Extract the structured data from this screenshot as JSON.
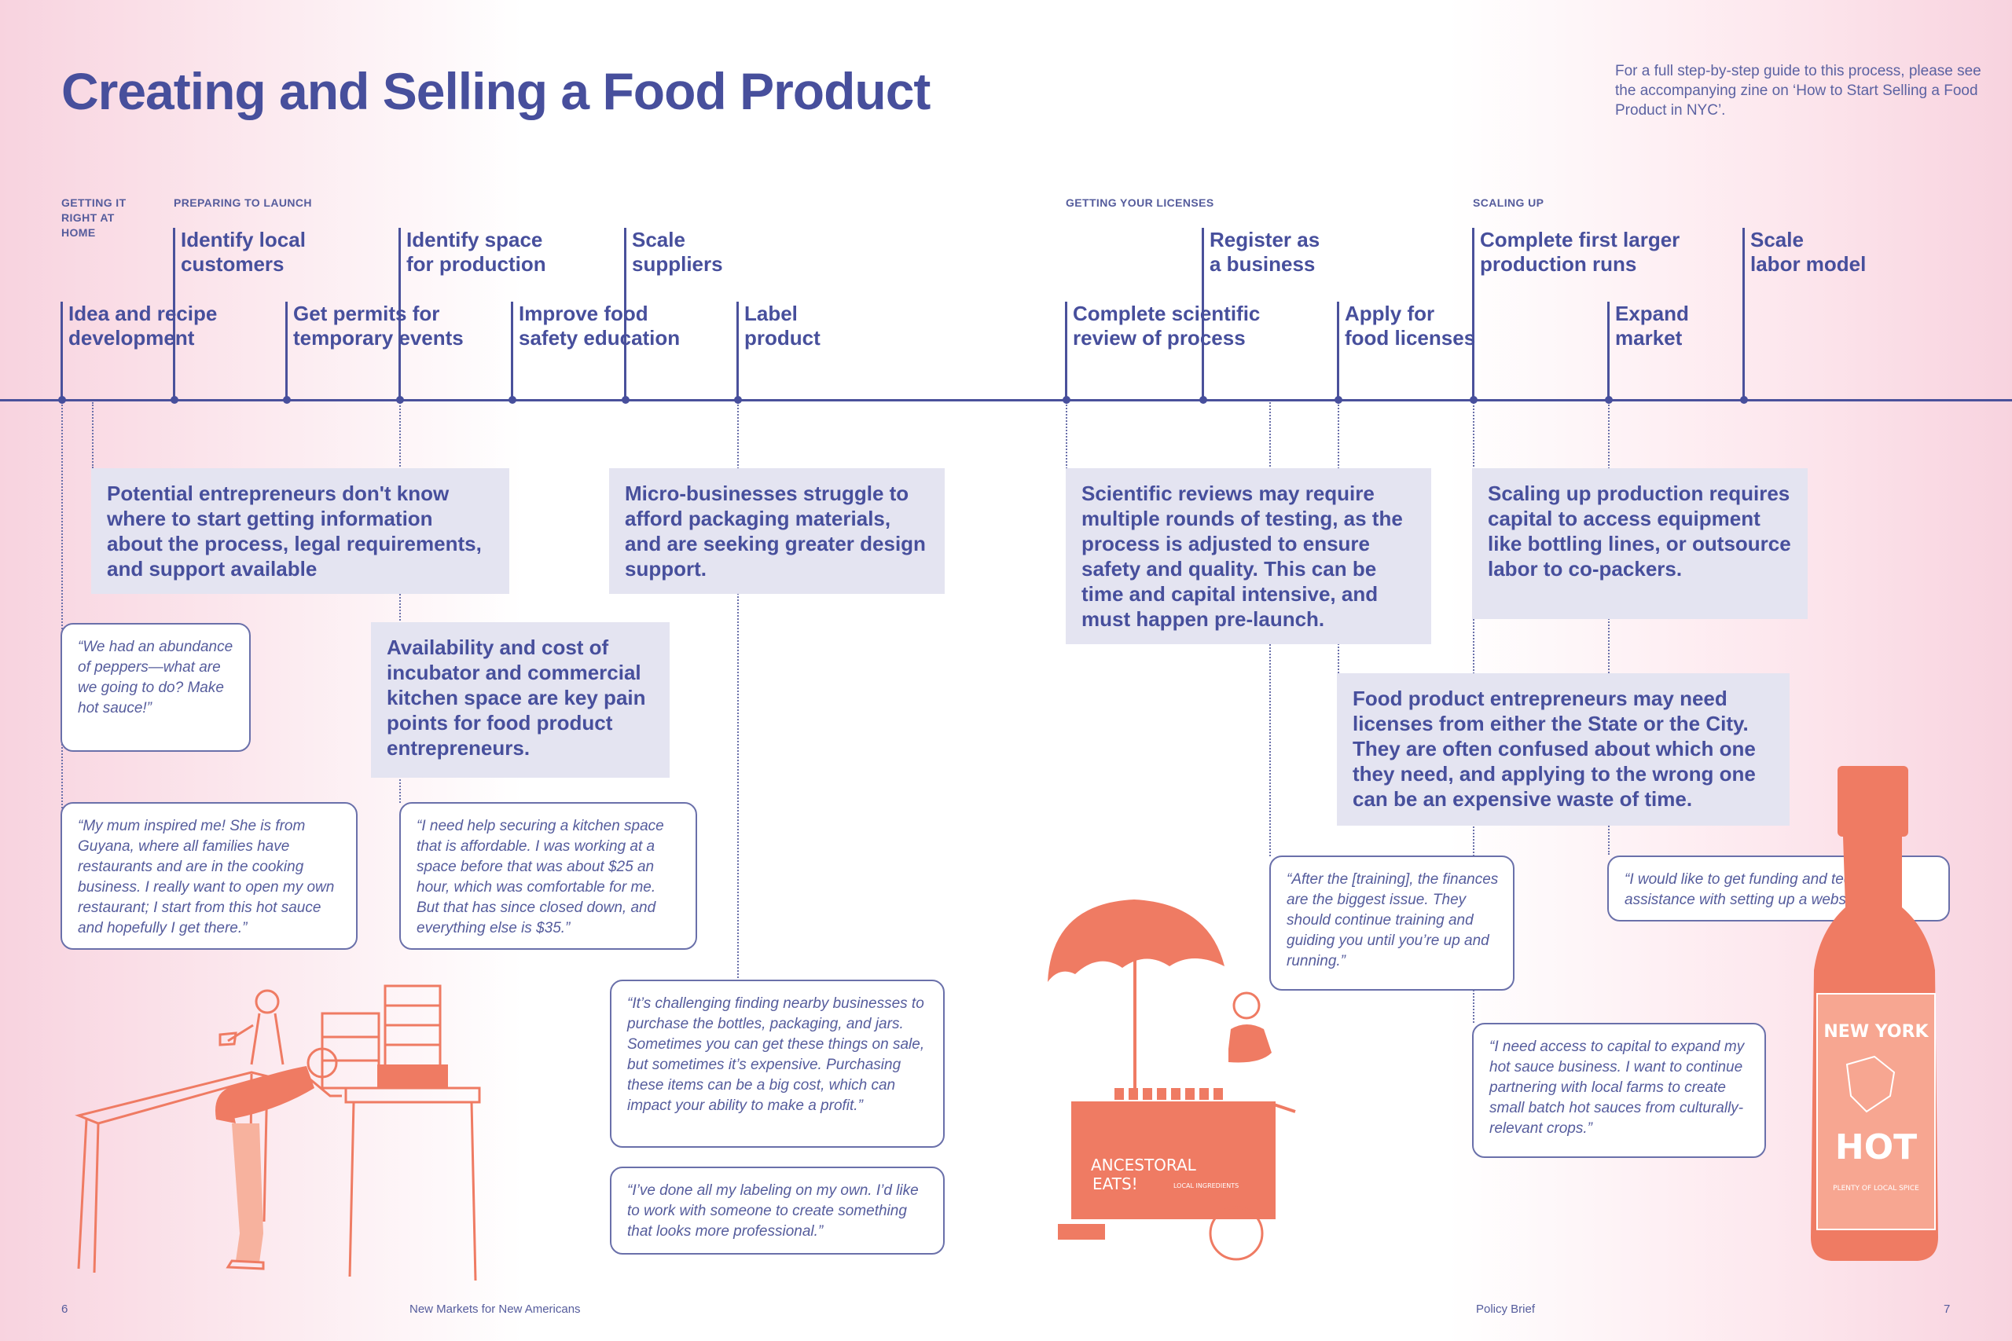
{
  "header": {
    "title": "Creating and Selling a Food Product",
    "guide_note": "For a full step-by-step guide to this process, please see the accompanying zine on ‘How to Start Selling a Food Product in NYC’."
  },
  "phases": {
    "home": "GETTING IT RIGHT AT HOME",
    "launch": "PREPARING TO LAUNCH",
    "licenses": "GETTING YOUR LICENSES",
    "scaling": "SCALING UP"
  },
  "steps": {
    "idea": "Idea and recipe development",
    "customers": "Identify local customers",
    "permits": "Get permits for temporary events",
    "space": "Identify space for production",
    "safety": "Improve food safety education",
    "suppliers": "Scale suppliers",
    "label": "Label product",
    "review": "Complete scientific review of process",
    "register": "Register as a business",
    "licenses": "Apply for food licenses",
    "runs": "Complete first larger production runs",
    "expand": "Expand market",
    "labor": "Scale labor model"
  },
  "pain_points": {
    "info": "Potential entrepreneurs don't know where to start getting information about the process, legal requirements, and support available",
    "kitchen": "Availability and cost of incubator and commercial kitchen space are key pain points for food product entrepreneurs.",
    "packaging": "Micro-businesses struggle to afford packaging materials, and are seeking greater design support.",
    "review": "Scientific reviews may require multiple rounds of testing, as the process is adjusted to ensure safety and quality. This can be time and capital intensive, and must happen pre-launch.",
    "scaling": "Scaling up production requires capital to access equipment like bottling lines, or outsource labor to co-packers.",
    "licenses": "Food product entrepreneurs may need licenses from either the State or the City. They are often confused about which one they need, and applying to the wrong one can be an expensive waste of time."
  },
  "quotes": {
    "peppers": "“We had an abundance of peppers—what are we going to do? Make hot sauce!”",
    "mum": "“My mum inspired me! She is from Guyana, where all families have restaurants and are in the cooking business. I really want to open my own restaurant; I start from this hot sauce and hopefully I get there.”",
    "kitchen": "“I need help securing a kitchen space that is affordable. I was working at a space before that was about $25 an hour, which was comfortable for me. But that has since closed down, and everything else is $35.”",
    "bottles": "“It’s challenging finding nearby businesses to purchase the bottles, packaging, and jars. Sometimes you can get these things on sale, but sometimes it’s expensive. Purchasing these items can be a big cost, which can impact your ability to make a profit.”",
    "labeling": "“I’ve done all my labeling on my own. I’d like to work with someone to create something that looks more professional.”",
    "training": "“After the [training], the finances are the biggest issue. They should continue training and guiding you until you’re up and running.”",
    "capital": "“I need access to capital to expand my hot sauce business. I want to continue partnering with local farms to create small batch hot sauces from culturally-relevant crops.”",
    "website": "“I would like to get funding and technical assistance with setting up a website.”"
  },
  "illustrations": {
    "cart_sign_line1": "ANCESTORAL",
    "cart_sign_line2": "EATS!",
    "cart_small": "LOCAL INGREDIENTS",
    "bottle_label_top": "NEW YORK",
    "bottle_label_main": "HOT",
    "bottle_label_small": "PLENTY OF LOCAL SPICE"
  },
  "footer": {
    "page_left": "6",
    "publication": "New Markets for New Americans",
    "section": "Policy Brief",
    "page_right": "7"
  },
  "colors": {
    "navy": "#474f9c",
    "coral": "#ef7b63",
    "box": "#e4e4f1"
  }
}
